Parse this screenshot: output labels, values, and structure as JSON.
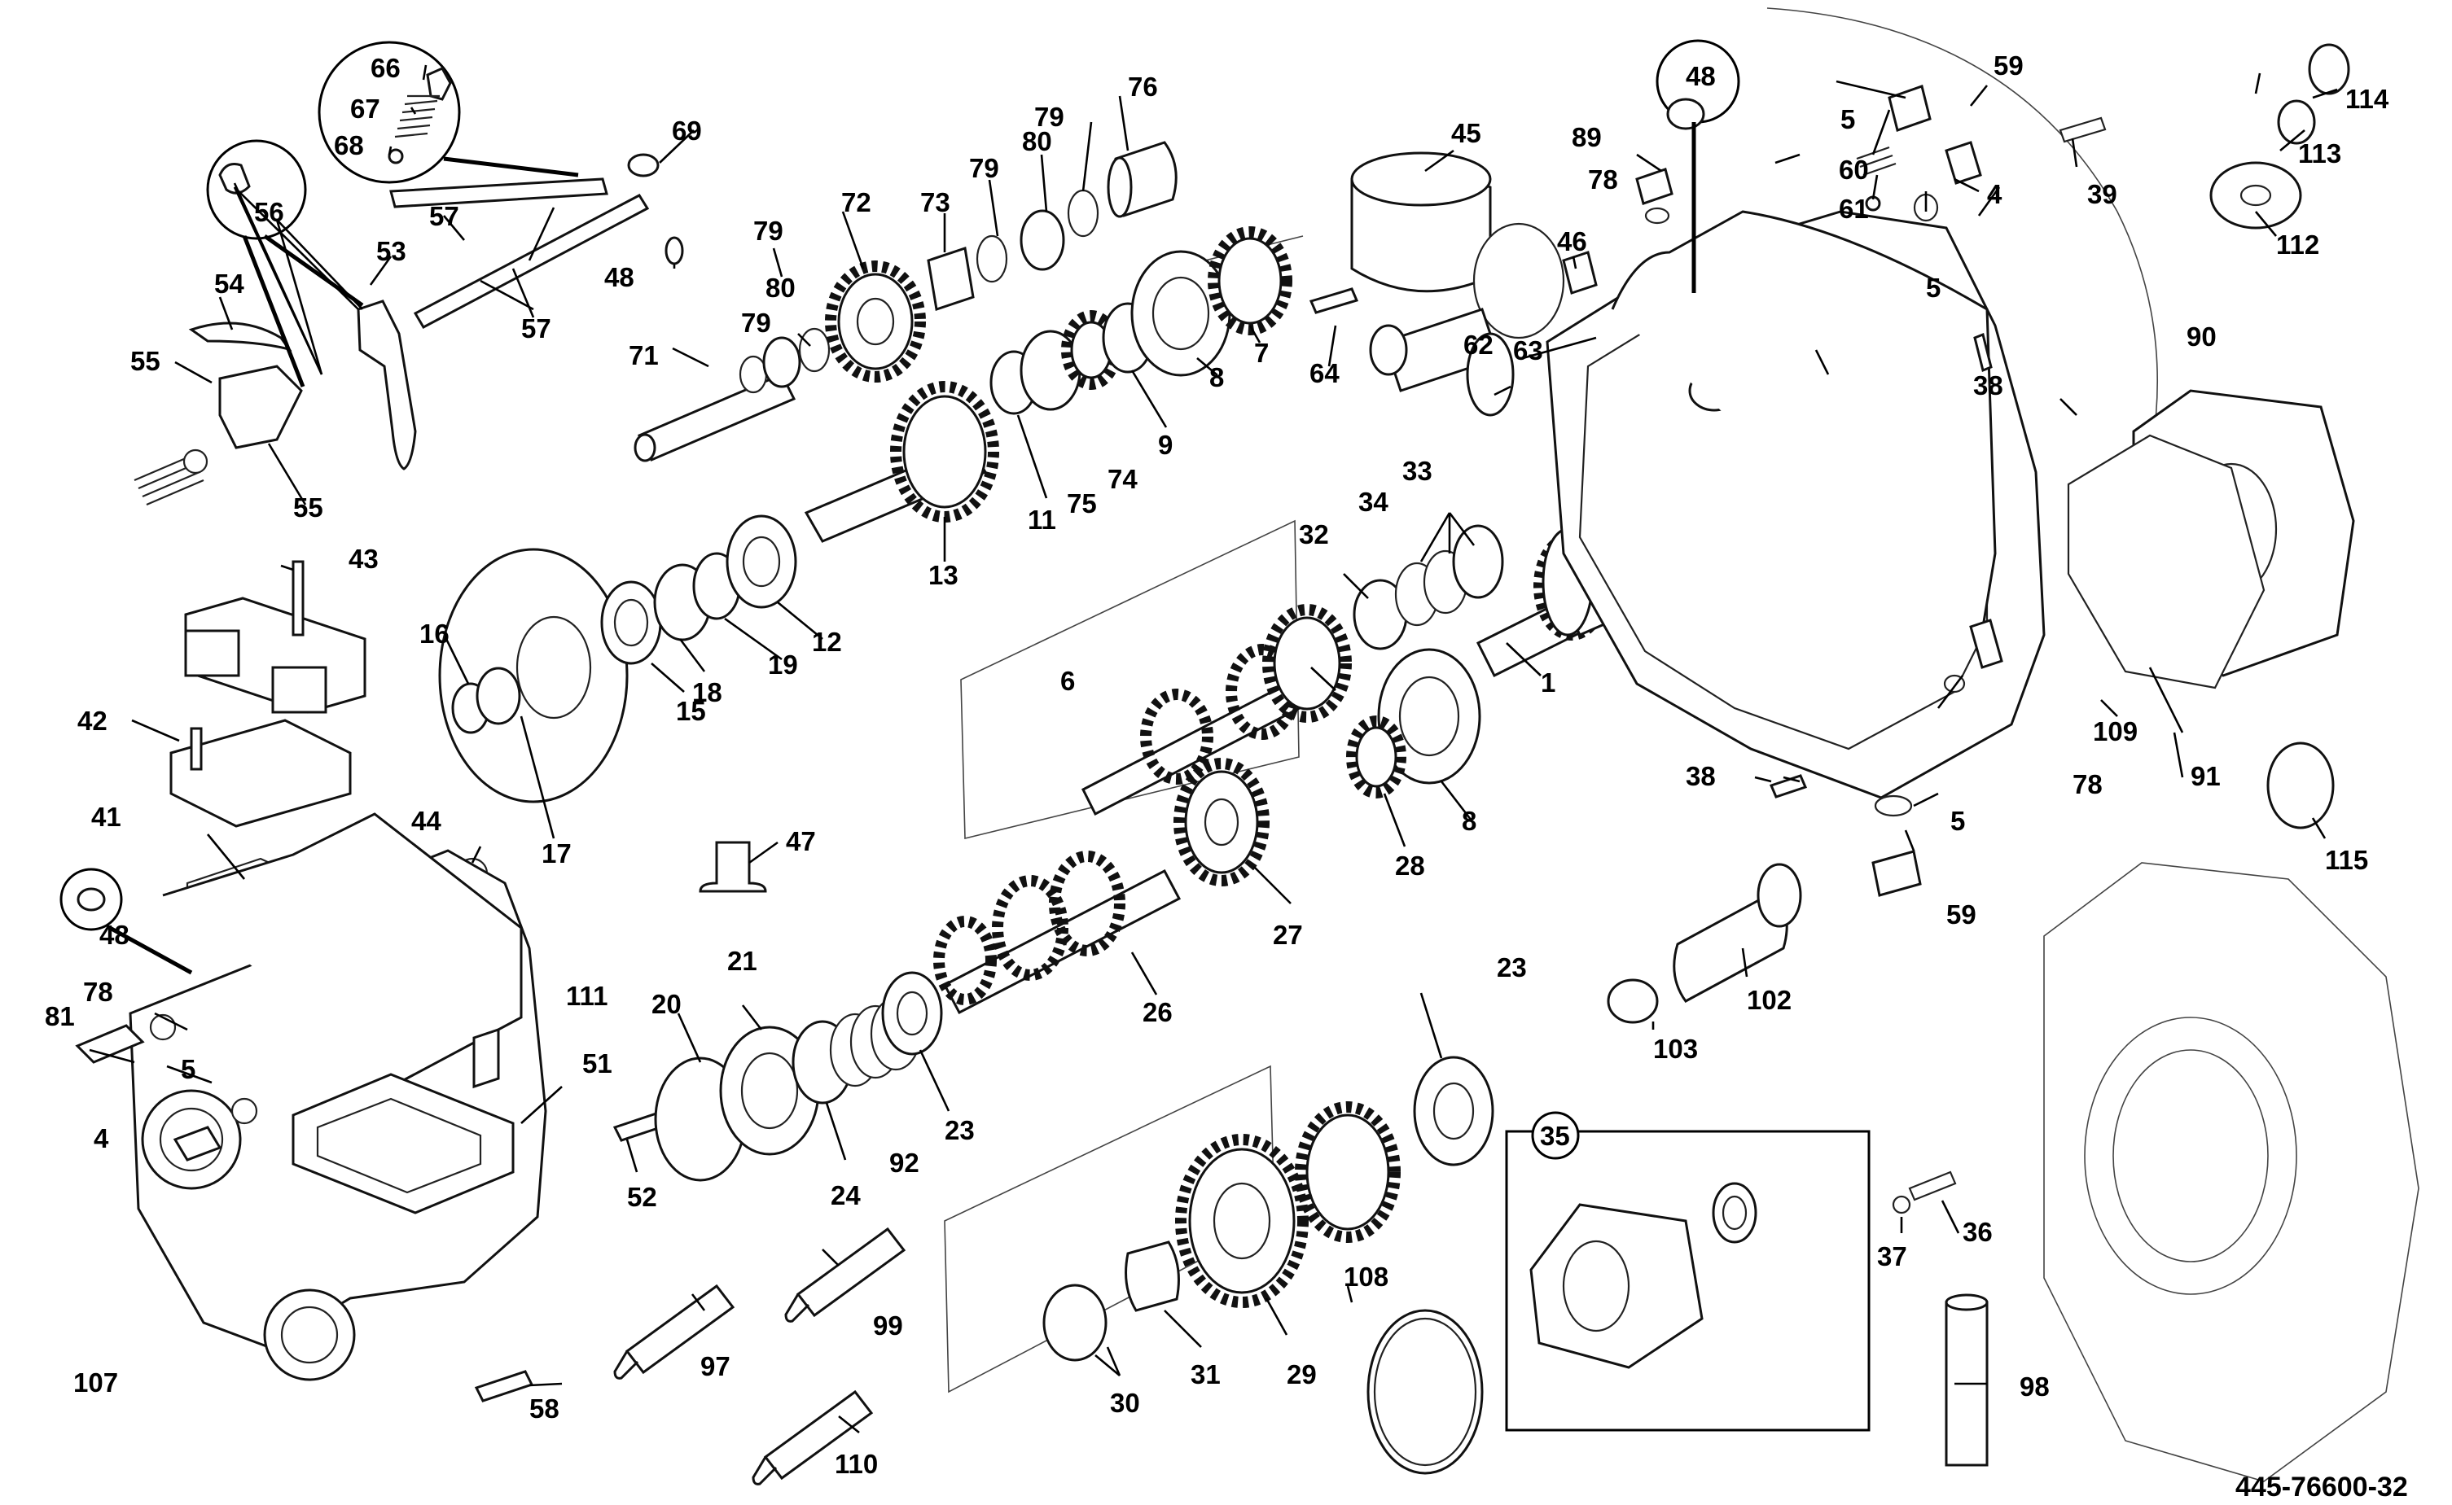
{
  "diagram": {
    "reference_number": "445-76600-32",
    "callouts": [
      "1",
      "4",
      "5",
      "6",
      "7",
      "8",
      "9",
      "11",
      "12",
      "13",
      "15",
      "16",
      "17",
      "18",
      "19",
      "20",
      "21",
      "23",
      "24",
      "26",
      "27",
      "28",
      "29",
      "30",
      "31",
      "32",
      "33",
      "34",
      "35",
      "36",
      "37",
      "38",
      "39",
      "41",
      "42",
      "43",
      "44",
      "45",
      "46",
      "47",
      "48",
      "51",
      "52",
      "53",
      "54",
      "55",
      "56",
      "57",
      "58",
      "59",
      "60",
      "61",
      "62",
      "63",
      "64",
      "66",
      "67",
      "68",
      "69",
      "71",
      "72",
      "73",
      "74",
      "75",
      "76",
      "78",
      "79",
      "80",
      "81",
      "89",
      "90",
      "91",
      "92",
      "97",
      "98",
      "99",
      "102",
      "103",
      "107",
      "108",
      "109",
      "110",
      "111",
      "112",
      "113",
      "114",
      "115"
    ]
  }
}
